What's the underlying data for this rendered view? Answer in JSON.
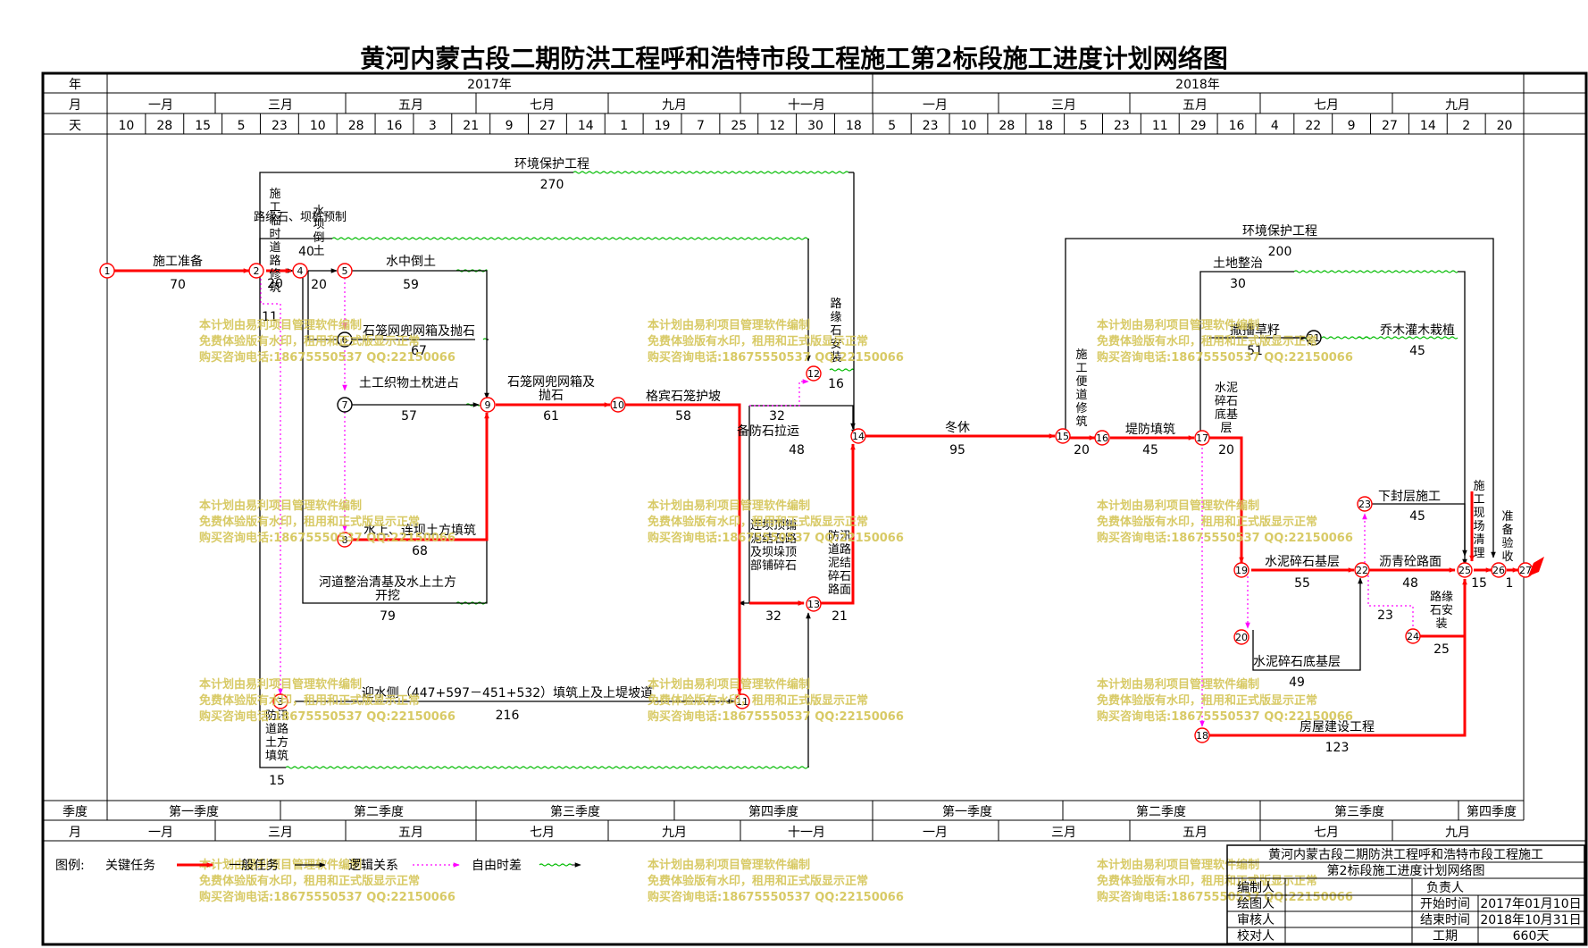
{
  "title": "黄河内蒙古段二期防洪工程呼和浩特市段工程施工第2标段施工进度计划网络图",
  "header": {
    "row_labels": [
      "年",
      "月",
      "天"
    ],
    "years": [
      "2017年",
      "2018年"
    ],
    "months_top": [
      "一月",
      "三月",
      "五月",
      "七月",
      "九月",
      "十一月",
      "一月",
      "三月",
      "五月",
      "七月",
      "九月"
    ],
    "days": [
      "10",
      "28",
      "15",
      "5",
      "23",
      "10",
      "28",
      "16",
      "3",
      "21",
      "9",
      "27",
      "14",
      "1",
      "19",
      "7",
      "25",
      "12",
      "30",
      "18",
      "5",
      "23",
      "10",
      "28",
      "18",
      "5",
      "23",
      "11",
      "29",
      "16",
      "4",
      "22",
      "9",
      "27",
      "14",
      "2",
      "20"
    ]
  },
  "footer": {
    "row_labels": [
      "季度",
      "月"
    ],
    "quarters": [
      "第一季度",
      "第二季度",
      "第三季度",
      "第四季度",
      "第一季度",
      "第二季度",
      "第三季度",
      "第四季度"
    ],
    "months": [
      "一月",
      "三月",
      "五月",
      "七月",
      "九月",
      "十一月",
      "一月",
      "三月",
      "五月",
      "七月",
      "九月"
    ]
  },
  "nodes": [
    "1",
    "2",
    "3",
    "4",
    "5",
    "6",
    "7",
    "8",
    "9",
    "10",
    "11",
    "12",
    "13",
    "14",
    "15",
    "16",
    "17",
    "18",
    "19",
    "20",
    "21",
    "22",
    "23",
    "24",
    "25",
    "26",
    "27"
  ],
  "activities": [
    {
      "name": "施工准备",
      "duration": "70",
      "critical": true
    },
    {
      "name": "环境保护工程",
      "duration": "270",
      "critical": false
    },
    {
      "name": "施工临时道路修筑",
      "duration": "20",
      "critical": false
    },
    {
      "name": "路缘石、坝桩预制",
      "duration": "40",
      "critical": false
    },
    {
      "name": "水坝倒土",
      "duration": "20",
      "critical": false
    },
    {
      "name": "水中倒土",
      "duration": "59",
      "critical": false
    },
    {
      "name": "石笼网兜网箱及抛石",
      "duration": "67",
      "critical": false
    },
    {
      "name": "土工织物土枕进占",
      "duration": "57",
      "critical": false
    },
    {
      "name": "水上、连坝土方填筑",
      "duration": "68",
      "critical": true
    },
    {
      "name": "河道整治清基及水上土方开挖",
      "duration": "79",
      "critical": false
    },
    {
      "name": "石笼网兜网箱及抛石",
      "duration": "61",
      "critical": true
    },
    {
      "name": "格宾石笼护坡",
      "duration": "58",
      "critical": true
    },
    {
      "name": "路缘石安装",
      "duration": "16",
      "critical": false
    },
    {
      "name": "备防石拉运",
      "duration": "48",
      "critical": false
    },
    {
      "name": "连坝顶铺泥结石路及坝垛顶部铺碎石",
      "duration": "32",
      "critical": false
    },
    {
      "name": "防汛道路泥结碎石路面",
      "duration": "21",
      "critical": true
    },
    {
      "name": "迎水侧（447+597－451+532）填筑上及上堤坡道",
      "duration": "216",
      "critical": false
    },
    {
      "name": "防汛道路土方填筑",
      "duration": "15",
      "critical": false
    },
    {
      "name": "冬休",
      "duration": "95",
      "critical": true
    },
    {
      "name": "环境保护工程",
      "duration": "200",
      "critical": false
    },
    {
      "name": "施工便道修筑",
      "duration": "20",
      "critical": true
    },
    {
      "name": "堤防填筑",
      "duration": "45",
      "critical": true
    },
    {
      "name": "土地整治",
      "duration": "30",
      "critical": false
    },
    {
      "name": "撒播草籽",
      "duration": "51",
      "critical": false
    },
    {
      "name": "乔木灌木栽植",
      "duration": "45",
      "critical": false
    },
    {
      "name": "水泥碎石底基层",
      "duration": "20",
      "critical": true
    },
    {
      "name": "水泥碎石基层",
      "duration": "55",
      "critical": true
    },
    {
      "name": "水泥碎石底基层",
      "duration": "49",
      "critical": false
    },
    {
      "name": "下封层施工",
      "duration": "45",
      "critical": false
    },
    {
      "name": "沥青砼路面",
      "duration": "48",
      "critical": true
    },
    {
      "name": "路缘石安装",
      "duration": "25",
      "critical": false
    },
    {
      "name": "房屋建设工程",
      "duration": "123",
      "critical": true
    },
    {
      "name": "施工现场清理",
      "duration": "15",
      "critical": true
    },
    {
      "name": "准备验收",
      "duration": "1",
      "critical": true
    }
  ],
  "free_float": [
    "11",
    "32",
    "23"
  ],
  "legend": {
    "label": "图例:",
    "items": [
      "关键任务",
      "一般任务",
      "逻辑关系",
      "自由时差"
    ]
  },
  "watermark": {
    "lines": [
      "本计划由易利项目管理软件编制",
      "免费体验版有水印，租用和正式版显示正常",
      "购买咨询电话:18675550537 QQ:22150066"
    ],
    "color": "#d4c455"
  },
  "title_block": {
    "title_line1": "黄河内蒙古段二期防洪工程呼和浩特市段工程施工",
    "title_line2": "第2标段施工进度计划网络图",
    "compiler_label": "编制人",
    "responsible_label": "负责人",
    "drawer_label": "绘图人",
    "start_label": "开始时间",
    "start_value": "2017年01月10日",
    "reviewer_label": "审核人",
    "end_label": "结束时间",
    "end_value": "2018年10月31日",
    "checker_label": "校对人",
    "duration_label": "工期",
    "duration_value": "660天"
  },
  "colors": {
    "critical": "#ff0000",
    "normal": "#000000",
    "logic": "#ff00ff",
    "float": "#00bb00",
    "node_fill": "#ffffff"
  }
}
